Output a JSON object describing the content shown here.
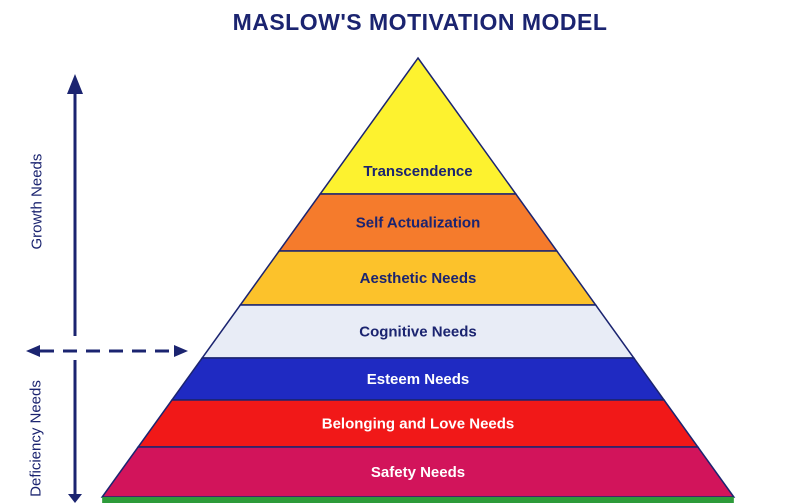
{
  "title": "MASLOW'S MOTIVATION MODEL",
  "side_labels": {
    "growth": "Growth Needs",
    "deficiency": "Deficiency Needs"
  },
  "levels": [
    {
      "label": "Transcendence",
      "color": "#fdf22f",
      "text_color": "#1b2470"
    },
    {
      "label": "Self Actualization",
      "color": "#f57b2c",
      "text_color": "#1b2470"
    },
    {
      "label": "Aesthetic Needs",
      "color": "#fcc22b",
      "text_color": "#1b2470"
    },
    {
      "label": "Cognitive Needs",
      "color": "#e8ecf6",
      "text_color": "#1b2470"
    },
    {
      "label": "Esteem Needs",
      "color": "#1f2ac2",
      "text_color": "#ffffff"
    },
    {
      "label": "Belonging and Love Needs",
      "color": "#f11818",
      "text_color": "#ffffff"
    },
    {
      "label": "Safety Needs",
      "color": "#d2145b",
      "text_color": "#ffffff"
    }
  ],
  "colors": {
    "accent": "#1b2470",
    "base_strip": "#2d9b3a"
  }
}
